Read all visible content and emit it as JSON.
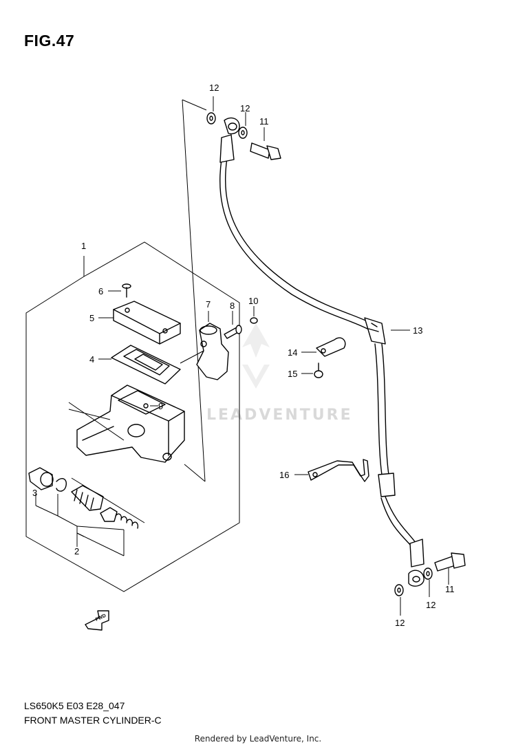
{
  "figure": {
    "title": "FIG.47",
    "model_code": "LS650K5 E03 E28_047",
    "name": "FRONT MASTER CYLINDER-C",
    "rendered_by": "Rendered by LeadVenture, Inc.",
    "watermark": "LEADVENTURE",
    "direction_arrow": "FWD"
  },
  "callouts": [
    "1",
    "2",
    "3",
    "4",
    "5",
    "6",
    "7",
    "8",
    "9",
    "10",
    "11",
    "11",
    "12",
    "12",
    "12",
    "12",
    "13",
    "14",
    "15",
    "16"
  ]
}
